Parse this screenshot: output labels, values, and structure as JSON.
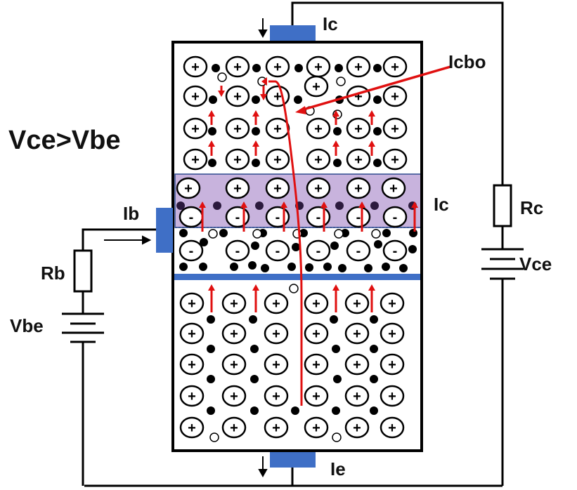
{
  "labels": {
    "condition": "Vce>Vbe",
    "ic_top": "Ic",
    "ic_side": "Ic",
    "icbo": "Icbo",
    "ib": "Ib",
    "rb": "Rb",
    "vbe": "Vbe",
    "rc": "Rc",
    "vce": "Vce",
    "ie": "Ie"
  },
  "symbols": {
    "plus": "+",
    "minus": "-"
  },
  "colors": {
    "terminal": "#3f6fc6",
    "base_region": "#c8b3dd",
    "current_arrow": "#e01010",
    "wire": "#000000",
    "electron": "#000000",
    "base_electron": "#2b1a3d",
    "hole": "#ffffff"
  }
}
